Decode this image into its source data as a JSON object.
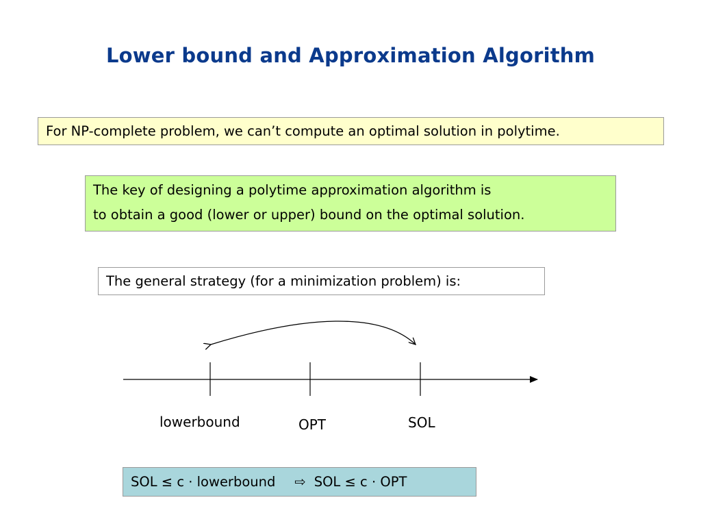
{
  "slide": {
    "title": "Lower bound and Approximation Algorithm",
    "np_box_text": "For NP-complete problem, we can’t compute an optimal solution in polytime.",
    "key_box_line1": "The key of designing a polytime approximation algorithm is",
    "key_box_line2": "to obtain a good (lower or upper) bound on the optimal solution.",
    "strategy_box_text": "The general strategy (for a minimization problem) is:",
    "diagram": {
      "labels": {
        "lowerbound": "lowerbound",
        "opt": "OPT",
        "sol": "SOL"
      }
    },
    "result": {
      "left": "SOL ≤ c · lowerbound",
      "arrow": "⇨",
      "right": "SOL ≤ c · OPT"
    }
  },
  "colors": {
    "title": "#0b3a8c",
    "np_box_bg": "#ffffcc",
    "key_box_bg": "#ccff99",
    "result_box_bg": "#a9d6dc"
  }
}
